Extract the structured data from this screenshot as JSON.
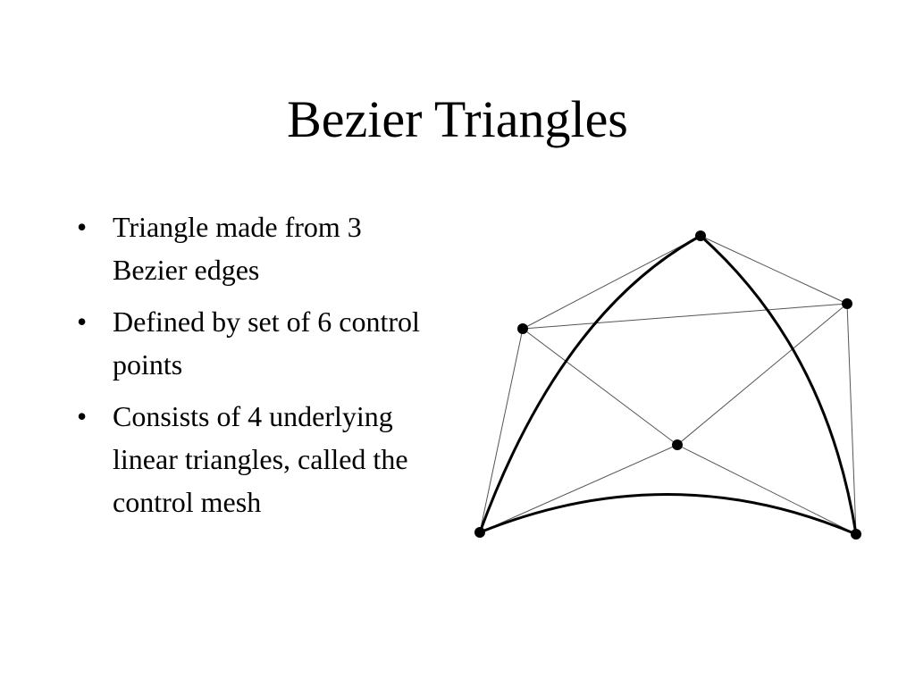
{
  "slide": {
    "title": "Bezier Triangles",
    "bullets": [
      "Triangle made from 3 Bezier edges",
      "Defined by set of 6 control points",
      "Consists of 4 underlying linear triangles, called the control mesh"
    ],
    "bullet_glyph": "•"
  },
  "diagram": {
    "colors": {
      "curve": "#000000",
      "mesh": "#555555",
      "point": "#000000"
    }
  }
}
